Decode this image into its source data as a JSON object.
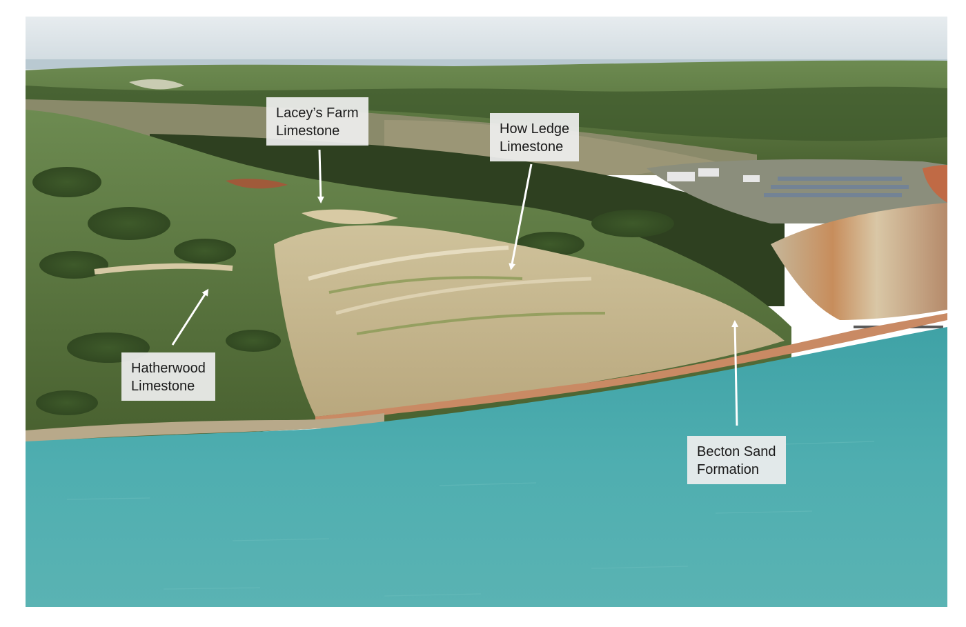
{
  "annotations": [
    {
      "id": "laceys-farm",
      "line1": "Lacey’s Farm",
      "line2": "Limestone"
    },
    {
      "id": "how-ledge",
      "line1": "How Ledge",
      "line2": "Limestone"
    },
    {
      "id": "hatherwood",
      "line1": "Hatherwood",
      "line2": "Limestone"
    },
    {
      "id": "becton-sand",
      "line1": "Becton Sand",
      "line2": "Formation"
    }
  ],
  "colors": {
    "sky": "#dfe6ea",
    "sea": "#4aa6a8",
    "downs": "#5e7a44",
    "cliff": "#cdbf95",
    "beach": "#c98a64",
    "label_bg": "#eeeeee",
    "arrow": "#ffffff"
  }
}
